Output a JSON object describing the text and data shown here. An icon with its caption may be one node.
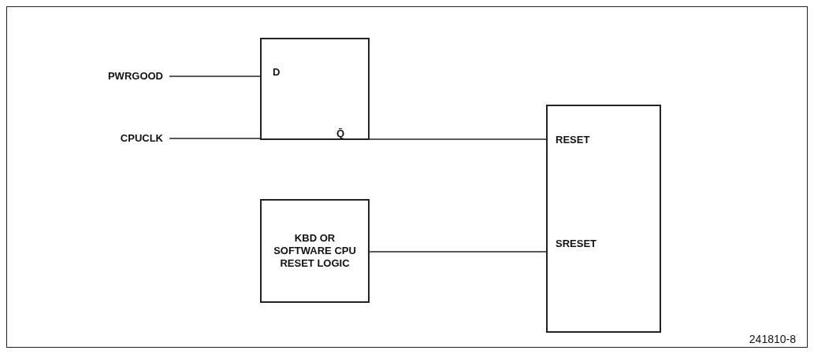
{
  "diagram": {
    "nodes": [
      {
        "text": [
          "PWRGOOD"
        ]
      },
      {
        "text": [
          "CPUCLK"
        ]
      },
      {
        "text": [
          "D",
          "Q̄"
        ]
      },
      {
        "text": [
          "KBD OR SOFTWARE CPU RESET LOGIC"
        ]
      },
      {
        "text": [
          "RESET",
          "SRESET"
        ]
      }
    ],
    "edges": [
      {
        "from": 0,
        "to": 2,
        "arrow": "none"
      },
      {
        "from": 1,
        "to": 2,
        "arrow": "none"
      },
      {
        "from": 2,
        "to": 4,
        "arrow": "none"
      },
      {
        "from": 3,
        "to": 4,
        "arrow": "none"
      }
    ],
    "labels": [
      "241810-8"
    ]
  }
}
